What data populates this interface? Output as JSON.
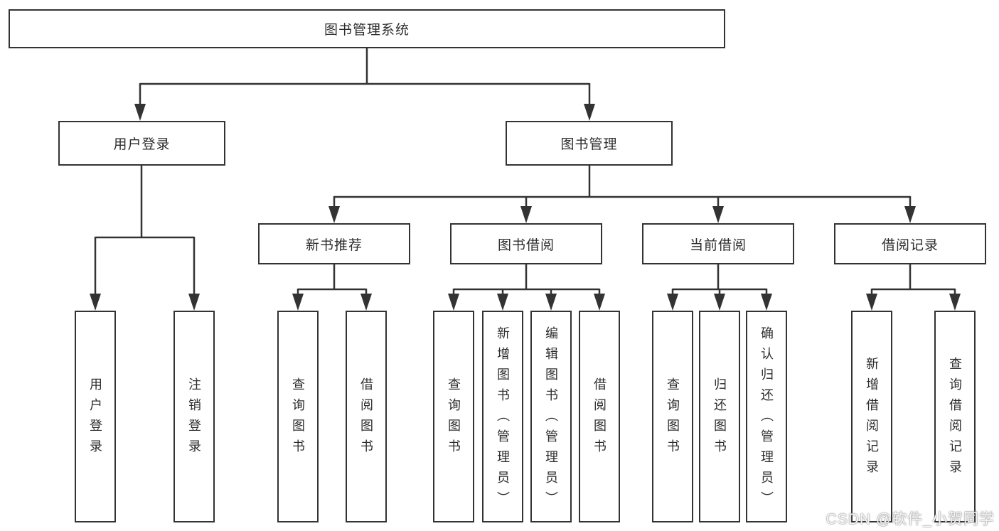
{
  "colors": {
    "line": "#333333",
    "text": "#2d2d2d",
    "background": "#ffffff",
    "watermark": "#d9d9d9"
  },
  "tree": {
    "root": {
      "label": "图书管理系统",
      "children": [
        {
          "label": "用户登录",
          "children": [
            {
              "label": "用户登录"
            },
            {
              "label": "注销登录"
            }
          ]
        },
        {
          "label": "图书管理",
          "children": [
            {
              "label": "新书推荐",
              "children": [
                {
                  "label": "查询图书"
                },
                {
                  "label": "借阅图书"
                }
              ]
            },
            {
              "label": "图书借阅",
              "children": [
                {
                  "label": "查询图书"
                },
                {
                  "label": "新增图书（管理员）"
                },
                {
                  "label": "编辑图书（管理员）"
                },
                {
                  "label": "借阅图书"
                }
              ]
            },
            {
              "label": "当前借阅",
              "children": [
                {
                  "label": "查询图书"
                },
                {
                  "label": "归还图书"
                },
                {
                  "label": "确认归还（管理员）"
                }
              ]
            },
            {
              "label": "借阅记录",
              "children": [
                {
                  "label": "新增借阅记录"
                },
                {
                  "label": "查询借阅记录"
                }
              ]
            }
          ]
        }
      ]
    }
  },
  "watermark": {
    "text": "CSDN @软件_小贺同学"
  }
}
